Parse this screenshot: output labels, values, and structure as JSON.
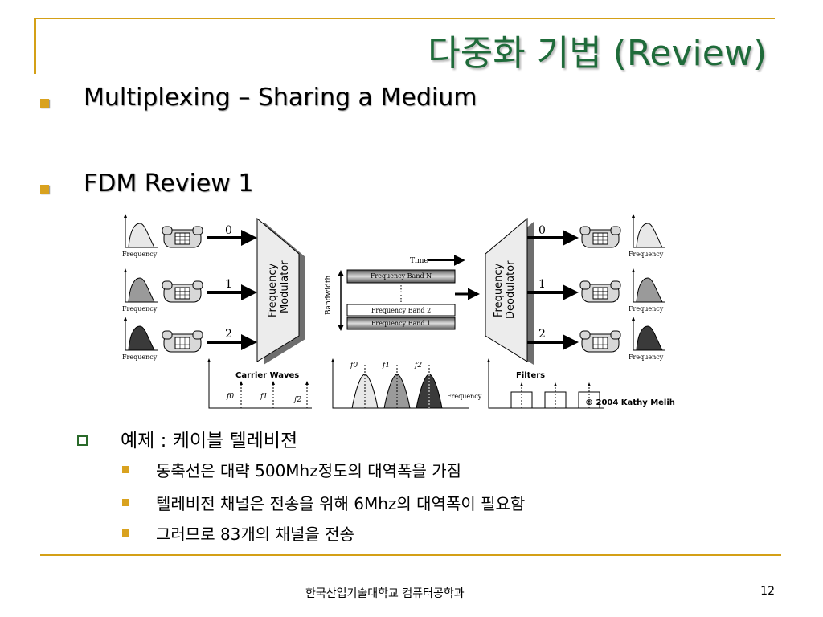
{
  "slide": {
    "title": "다중화 기법 (Review)",
    "bullets": [
      {
        "text": "Multiplexing – Sharing a Medium"
      },
      {
        "text": "FDM Review 1"
      }
    ],
    "sub_bullet": {
      "text": "예제 : 케이블 텔레비젼"
    },
    "sub_sub_bullets": [
      {
        "text": "동축선은 대략 500Mhz정도의 대역폭을 가짐"
      },
      {
        "text": "텔레비전 채널은 전송을 위해 6Mhz의 대역폭이 필요함"
      },
      {
        "text": "그러므로 83개의 채널을 전송"
      }
    ],
    "footer": {
      "center": "한국산업기술대학교 컴퓨터공학과",
      "page": "12"
    }
  },
  "diagram": {
    "freq_label": "Frequency",
    "modulator_label": [
      "Frequency",
      "Modulator"
    ],
    "demodulator_label": [
      "Frequency",
      "Deodulator"
    ],
    "channels": [
      "0",
      "1",
      "2"
    ],
    "time_label": "Time",
    "bandwidth_label": "Bandwidth",
    "band_n": "Frequency Band N",
    "band_2": "Frequency Band 2",
    "band_1": "Frequency Band 1",
    "carrier_waves": "Carrier Waves",
    "filters": "Filters",
    "f0": "f0",
    "f1": "f1",
    "f2": "f2",
    "copyright": "© 2004 Kathy Melih",
    "colors": {
      "light": "#e8e8e8",
      "mid": "#9a9a9a",
      "dark": "#3a3a3a"
    }
  }
}
